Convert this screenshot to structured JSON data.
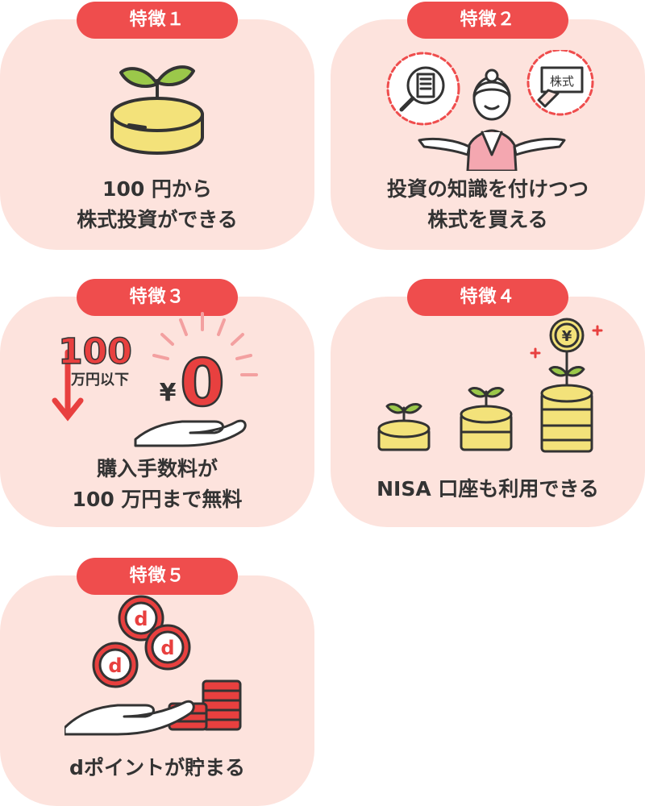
{
  "features": [
    {
      "badge": "特徴１",
      "line1": "100 円から",
      "line2": "株式投資ができる"
    },
    {
      "badge": "特徴２",
      "line1": "投資の知識を付けつつ",
      "line2": "株式を買える",
      "sign_text": "株式"
    },
    {
      "badge": "特徴３",
      "line1": "購入手数料が",
      "line2": "100 万円まで無料",
      "big_number": "100",
      "unit": "万円以下",
      "yen_sign": "¥",
      "zero": "0"
    },
    {
      "badge": "特徴４",
      "line1": "NISA 口座も利用できる",
      "line2": "",
      "coin_mark": "¥"
    },
    {
      "badge": "特徴５",
      "line1": "dポイントが貯まる",
      "line2": "",
      "coin_letter": "d"
    }
  ],
  "colors": {
    "card_bg": "#fde3dd",
    "badge_bg": "#ef4d4d",
    "text": "#333333",
    "accent_red": "#e8403f",
    "coin_yellow": "#f3e27a",
    "leaf_green": "#9bc84a"
  },
  "icons": [
    "sprout-coin-icon",
    "woman-advisor-icon",
    "zero-fee-icon",
    "growing-coins-icon",
    "d-point-coins-icon"
  ]
}
